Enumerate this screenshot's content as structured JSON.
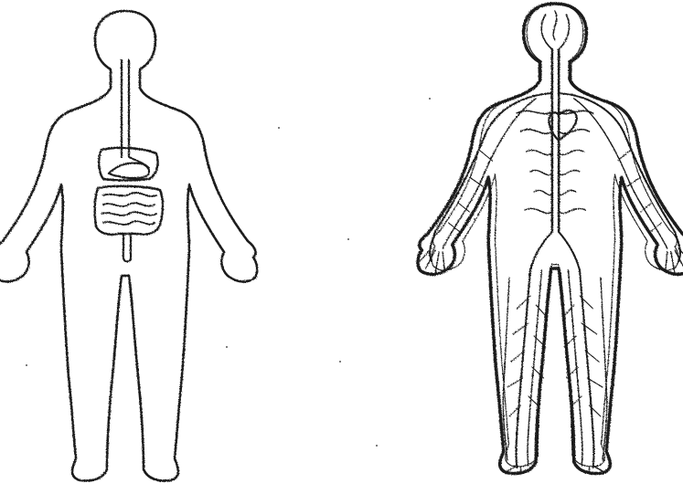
{
  "figures": [
    {
      "id": "digestive-system",
      "system": "digestive"
    },
    {
      "id": "circulatory-system",
      "system": "circulatory"
    }
  ],
  "colors": {
    "background": "#ffffff",
    "ink": "#1a1a1a"
  }
}
